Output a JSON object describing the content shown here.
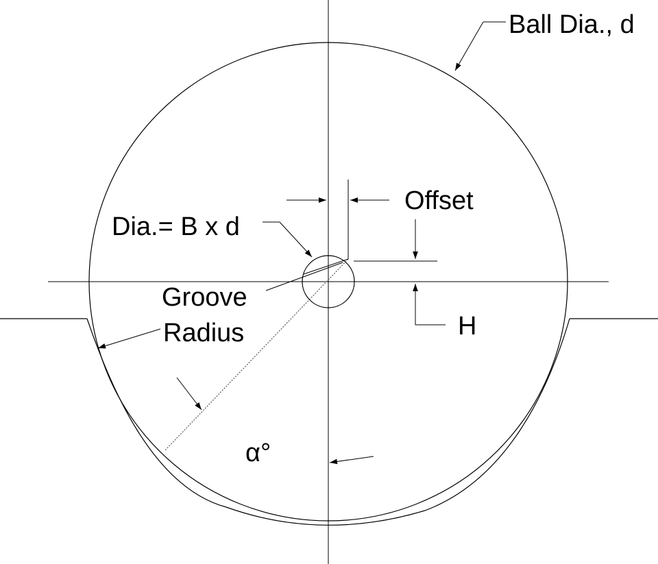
{
  "labels": {
    "ball_dia": "Ball Dia., d",
    "offset": "Offset",
    "dia_formula": "Dia.= B x d",
    "groove": "Groove",
    "radius": "Radius",
    "h": "H",
    "alpha": "α°"
  },
  "colors": {
    "line": "#000000",
    "background": "#ffffff"
  }
}
